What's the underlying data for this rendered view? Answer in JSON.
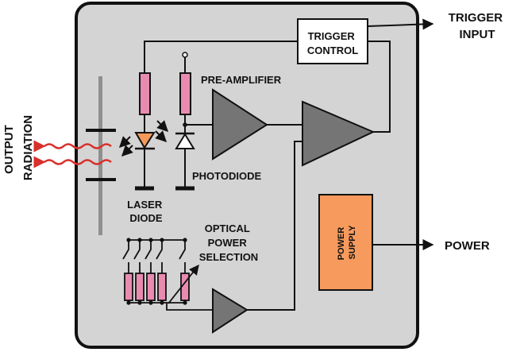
{
  "labels": {
    "output_radiation": [
      "OUTPUT",
      "RADIATION"
    ],
    "trigger_input": [
      "TRIGGER",
      "INPUT"
    ],
    "power": "POWER",
    "trigger_control": [
      "TRIGGER",
      "CONTROL"
    ],
    "pre_amplifier": "PRE-AMPLIFIER",
    "photodiode": "PHOTODIODE",
    "laser_diode": [
      "LASER",
      "DIODE"
    ],
    "optical_power_selection": [
      "OPTICAL",
      "POWER",
      "SELECTION"
    ],
    "power_supply": [
      "POWER",
      "SUPPLY"
    ]
  },
  "colors": {
    "housing_fill": "#d4d4d4",
    "housing_stroke": "#111111",
    "resistor": "#e98bb1",
    "laser_diode": "#f39a5a",
    "power_supply_fill": "#f79a5d",
    "amplifier": "#757575",
    "radiation": "#d9302c",
    "lens": "#8f8f8f",
    "wire": "#111111"
  },
  "icons": {
    "resistor": "resistor-icon",
    "laser_diode": "laser-diode-icon",
    "photodiode": "photodiode-icon",
    "amplifier": "amplifier-triangle-icon",
    "switch": "switch-icon",
    "variable_resistor": "variable-resistor-icon",
    "ground": "ground-bar-icon",
    "radiation": "radiation-wave-icon"
  }
}
